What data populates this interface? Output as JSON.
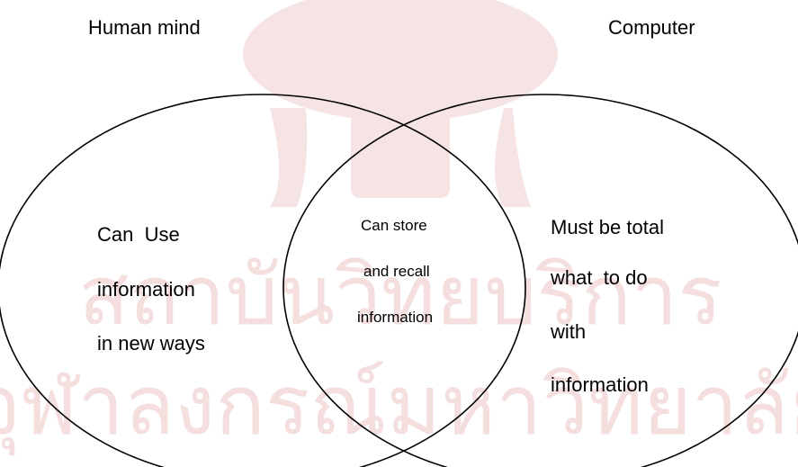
{
  "sets": {
    "left": {
      "title": "Human mind"
    },
    "right": {
      "title": "Computer"
    }
  },
  "regions": {
    "left_only": [
      "Can  Use",
      "information",
      "in new ways"
    ],
    "intersection": [
      "Can store",
      "and recall",
      "information"
    ],
    "right_only": [
      "Must be total",
      "what  to do",
      "with",
      "information"
    ]
  },
  "watermark": {
    "text_line_1": "สถาบันวิทยบริการ",
    "text_line_2": "จุฬาลงกรณ์มหาวิทยาลัย",
    "color": "#f3dada"
  },
  "colors": {
    "stroke": "#000000",
    "background": "#ffffff"
  }
}
